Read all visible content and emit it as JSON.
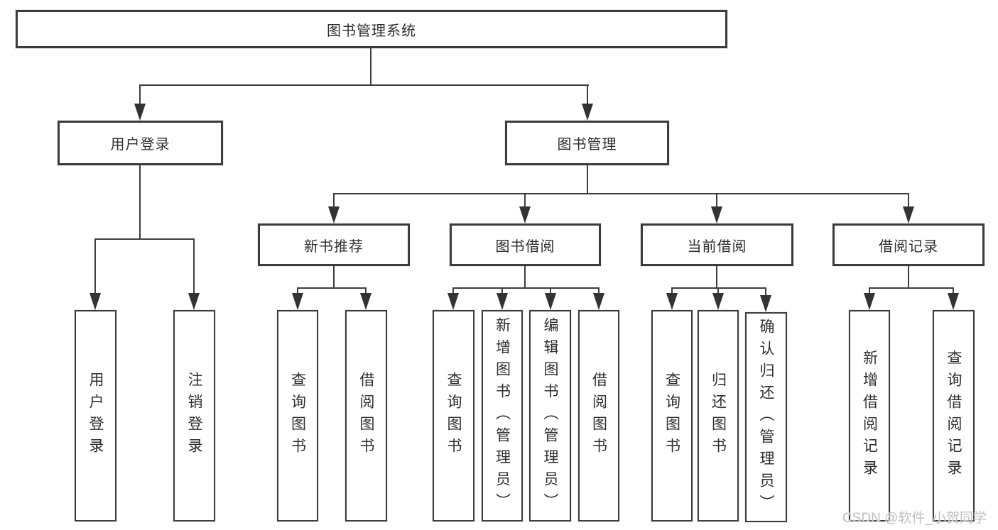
{
  "diagram": {
    "title": "图书管理系统",
    "nodes": {
      "root": {
        "label": "图书管理系统"
      },
      "user_login": {
        "label": "用户登录"
      },
      "book_mgmt": {
        "label": "图书管理"
      },
      "new_book_rec": {
        "label": "新书推荐"
      },
      "book_borrow": {
        "label": "图书借阅"
      },
      "current_borrow": {
        "label": "当前借阅"
      },
      "borrow_record": {
        "label": "借阅记录"
      },
      "leaf_user_login": {
        "label": "用户登录"
      },
      "leaf_logout": {
        "label": "注销登录"
      },
      "rec_query_book": {
        "label": "查询图书"
      },
      "rec_borrow_book": {
        "label": "借阅图书"
      },
      "bb_query_book": {
        "label": "查询图书"
      },
      "bb_add_book": {
        "label": "新增图书（管理员）"
      },
      "bb_edit_book": {
        "label": "编辑图书（管理员）"
      },
      "bb_borrow_book": {
        "label": "借阅图书"
      },
      "cb_query_book": {
        "label": "查询图书"
      },
      "cb_return_book": {
        "label": "归还图书"
      },
      "cb_confirm_return": {
        "label": "确认归还（管理员）"
      },
      "br_add_record": {
        "label": "新增借阅记录"
      },
      "br_query_record": {
        "label": "查询借阅记录"
      }
    },
    "colors": {
      "line": "#3d3d3d",
      "border": "#3c3c3c",
      "text": "#2e2e2e",
      "watermark": "#c0c0c0"
    }
  },
  "watermark": {
    "text": "CSDN @软件_小贺同学"
  }
}
